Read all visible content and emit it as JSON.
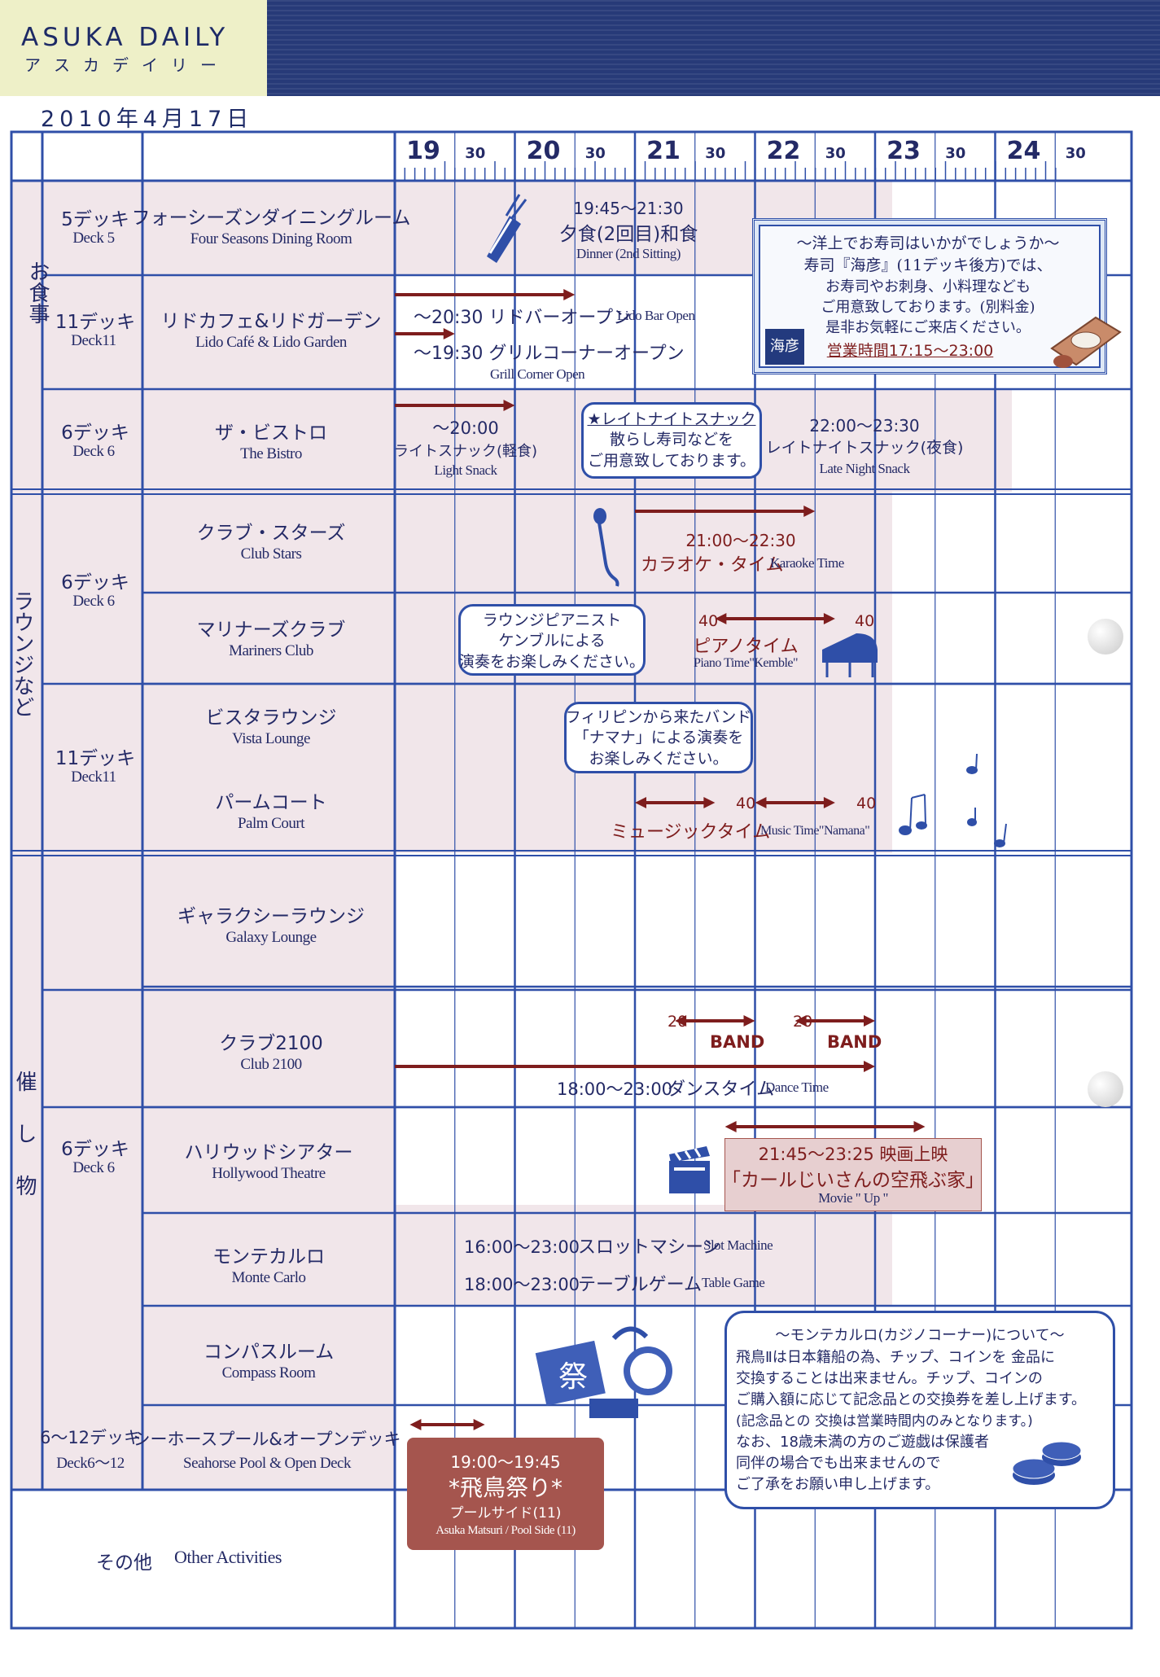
{
  "header": {
    "brand": "ASUKA DAILY",
    "brand_kana": "アスカデイリー",
    "date": "2010年4月17日"
  },
  "time_ticks": [
    {
      "label": "19",
      "major": true
    },
    {
      "label": "30",
      "major": false
    },
    {
      "label": "20",
      "major": true
    },
    {
      "label": "30",
      "major": false
    },
    {
      "label": "21",
      "major": true
    },
    {
      "label": "30",
      "major": false
    },
    {
      "label": "22",
      "major": true
    },
    {
      "label": "30",
      "major": false
    },
    {
      "label": "23",
      "major": true
    },
    {
      "label": "30",
      "major": false
    },
    {
      "label": "24",
      "major": true
    },
    {
      "label": "30",
      "major": false
    }
  ],
  "sections": {
    "dining": "お食事",
    "lounge": "ラウンジなど",
    "events": "催し物"
  },
  "decks": [
    {
      "jp": "5デッキ",
      "en": "Deck 5"
    },
    {
      "jp": "11デッキ",
      "en": "Deck11"
    },
    {
      "jp": "6デッキ",
      "en": "Deck 6"
    },
    {
      "jp": "6デッキ",
      "en": "Deck 6"
    },
    {
      "jp": "11デッキ",
      "en": "Deck11"
    },
    {
      "jp": "6デッキ",
      "en": "Deck 6"
    },
    {
      "jp": "6〜12デッキ",
      "en": "Deck6〜12"
    }
  ],
  "venues": [
    {
      "jp": "フォーシーズンダイニングルーム",
      "en": "Four Seasons Dining Room"
    },
    {
      "jp": "リドカフェ&リドガーデン",
      "en": "Lido Café & Lido Garden"
    },
    {
      "jp": "ザ・ビストロ",
      "en": "The Bistro"
    },
    {
      "jp": "クラブ・スターズ",
      "en": "Club Stars"
    },
    {
      "jp": "マリナーズクラブ",
      "en": "Mariners Club"
    },
    {
      "jp": "ビスタラウンジ",
      "en": "Vista Lounge"
    },
    {
      "jp": "パームコート",
      "en": "Palm Court"
    },
    {
      "jp": "ギャラクシーラウンジ",
      "en": "Galaxy Lounge"
    },
    {
      "jp": "クラブ2100",
      "en": "Club 2100"
    },
    {
      "jp": "ハリウッドシアター",
      "en": "Hollywood Theatre"
    },
    {
      "jp": "モンテカルロ",
      "en": "Monte Carlo"
    },
    {
      "jp": "コンパスルーム",
      "en": "Compass Room"
    },
    {
      "jp": "シーホースプール&オープンデッキ",
      "en": "Seahorse Pool & Open Deck"
    }
  ],
  "other": {
    "jp": "その他",
    "en": "Other Activities"
  },
  "events": {
    "dinner": {
      "time": "19:45〜21:30",
      "jp": "夕食(2回目)和食",
      "en": "Dinner (2nd Sitting)"
    },
    "lido_bar": {
      "jp": "〜20:30 リドバーオープン",
      "en": "Lido Bar Open"
    },
    "grill": {
      "jp": "〜19:30 グリルコーナーオープン",
      "en": "Grill Corner Open"
    },
    "light_snack": {
      "time": "〜20:00",
      "jp": "ライトスナック(軽食)",
      "en": "Light Snack"
    },
    "late_note": {
      "title": "★レイトナイトスナック",
      "l1": "散らし寿司などを",
      "l2": "ご用意致しております。"
    },
    "late_snack": {
      "time": "22:00〜23:30",
      "jp": "レイトナイトスナック(夜食)",
      "en": "Late Night Snack"
    },
    "sushi": {
      "l1": "〜洋上でお寿司はいかがでしょうか〜",
      "l2": "寿司『海彦』(11デッキ後方)では、",
      "l3": "お寿司やお刺身、小料理なども",
      "l4": "ご用意致しております。(別料金)",
      "l5": "是非お気軽にご来店ください。",
      "hours": "営業時間17:15〜23:00",
      "logo": "海彦"
    },
    "karaoke": {
      "time": "21:00〜22:30",
      "jp": "カラオケ・タイム",
      "en": "Karaoke Time"
    },
    "pianist_note": {
      "l1": "ラウンジピアニスト",
      "l2": "ケンブルによる",
      "l3": "演奏をお楽しみください。"
    },
    "piano": {
      "n1": "40",
      "n2": "40",
      "jp": "ピアノタイム",
      "en": "Piano Time\"Kemble\""
    },
    "band_note": {
      "l1": "フィリピンから来たバンド",
      "l2": "「ナマナ」による演奏を",
      "l3": "お楽しみください。"
    },
    "music": {
      "n1": "40",
      "n2": "40",
      "jp": "ミュージックタイム",
      "en": "Music Time\"Namana\""
    },
    "band": {
      "n1": "20",
      "n2": "20",
      "label": "BAND"
    },
    "dance": {
      "time": "18:00〜23:00",
      "jp": "ダンスタイム",
      "en": "Dance Time"
    },
    "movie": {
      "time": "21:45〜23:25 映画上映",
      "title": "「カールじいさんの空飛ぶ家」",
      "en": "Movie \" Up \""
    },
    "slot": {
      "time": "16:00〜23:00",
      "jp": "スロットマシーン",
      "en": "Slot Machine"
    },
    "table": {
      "time": "18:00〜23:00",
      "jp": "テーブルゲーム",
      "en": "Table Game"
    },
    "casino_note": {
      "title": "〜モンテカルロ(カジノコーナー)について〜",
      "l1": "飛鳥Ⅱは日本籍船の為、チップ、コインを 金品に",
      "l2": "交換することは出来ません。チップ、コインの",
      "l3": "ご購入額に応じて記念品との交換券を差し上げます。",
      "l4": "(記念品との 交換は営業時間内のみとなります。)",
      "l5": "なお、18歳未満の方のご遊戯は保護者",
      "l6": "同伴の場合でも出来ませんので",
      "l7": "ご了承をお願い申し上げます。"
    },
    "festival": {
      "time": "19:00〜19:45",
      "jp": "*飛鳥祭り*",
      "place": "プールサイド(11)",
      "en": "Asuka Matsuri / Pool Side (11)",
      "sign": "祭"
    }
  },
  "colors": {
    "line": "#2f4fa8",
    "shade": "#f1e6ea",
    "arrow": "#7e1d1d",
    "accent": "#a5554e"
  }
}
